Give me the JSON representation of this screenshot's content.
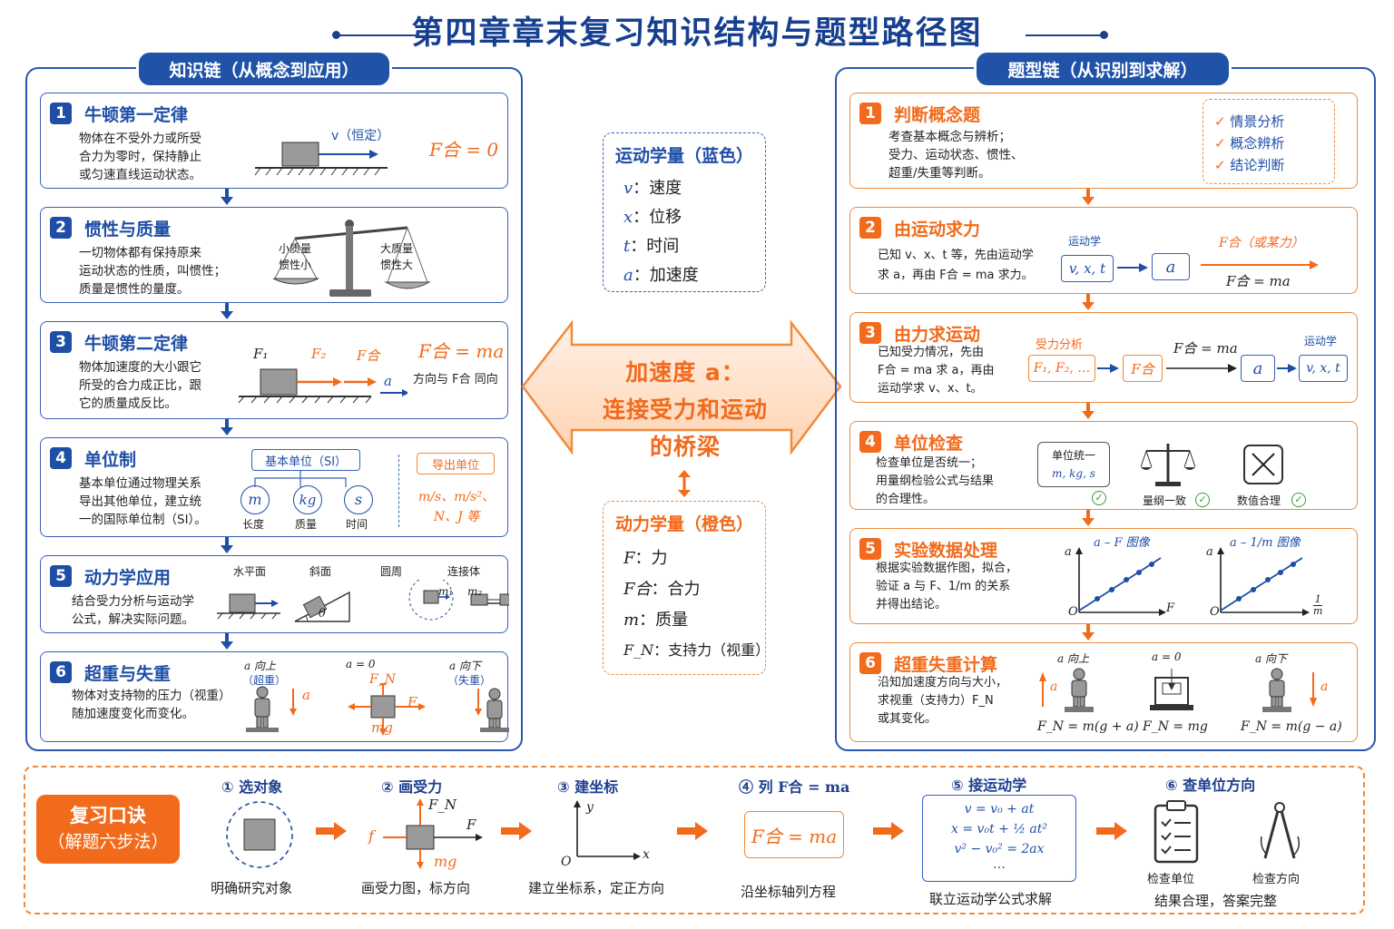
{
  "title": "第四章章末复习知识结构与题型路径图",
  "left": {
    "title": "知识链（从概念到应用）",
    "cards": [
      {
        "num": "1",
        "title": "牛顿第一定律",
        "text": [
          "物体在不受外力或所受",
          "合力为零时，保持静止",
          "或匀速直线运动状态。"
        ],
        "v_label": "v（恒定）",
        "eq": "F合 = 0"
      },
      {
        "num": "2",
        "title": "惯性与质量",
        "text": [
          "一切物体都有保持原来",
          "运动状态的性质，叫惯性；",
          "质量是惯性的量度。"
        ],
        "small_mass": [
          "小质量",
          "惯性小"
        ],
        "big_mass": [
          "大质量",
          "惯性大"
        ]
      },
      {
        "num": "3",
        "title": "牛顿第二定律",
        "text": [
          "物体加速度的大小跟它",
          "所受的合力成正比，跟",
          "它的质量成反比。"
        ],
        "f1": "F₁",
        "f2": "F₂",
        "fhe": "F合",
        "a": "a",
        "eq": "F合 = ma",
        "note": "方向与 F合 同向"
      },
      {
        "num": "4",
        "title": "单位制",
        "text": [
          "基本单位通过物理关系",
          "导出其他单位，建立统",
          "一的国际单位制（SI）。"
        ],
        "base_title": "基本单位（SI）",
        "units": [
          {
            "sym": "m",
            "name": "长度"
          },
          {
            "sym": "kg",
            "name": "质量"
          },
          {
            "sym": "s",
            "name": "时间"
          }
        ],
        "derived_title": "导出单位",
        "derived": [
          "m/s、m/s²、",
          "N、J 等"
        ]
      },
      {
        "num": "5",
        "title": "动力学应用",
        "text": [
          "结合受力分析与运动学",
          "公式，解决实际问题。"
        ],
        "scenes": [
          "水平面",
          "斜面",
          "圆周",
          "连接体"
        ],
        "theta": "θ",
        "m1": "m₁",
        "m2": "m₂"
      },
      {
        "num": "6",
        "title": "超重与失重",
        "text": [
          "物体对支持物的压力（视重）",
          "随加速度变化而变化。"
        ],
        "up": "a 向上",
        "up_tag": "（超重）",
        "zero": "a = 0",
        "down": "a 向下",
        "down_tag": "（失重）",
        "fn": "F_N",
        "f": "F",
        "mg": "mg",
        "a": "a"
      }
    ]
  },
  "center": {
    "kin_title": "运动学量（蓝色）",
    "kin": [
      {
        "sym": "v",
        "txt": "：速度"
      },
      {
        "sym": "x",
        "txt": "：位移"
      },
      {
        "sym": "t",
        "txt": "：时间"
      },
      {
        "sym": "a",
        "txt": "：加速度"
      }
    ],
    "bridge": [
      "加速度 a：",
      "连接受力和运动",
      "的桥梁"
    ],
    "dyn_title": "动力学量（橙色）",
    "dyn": [
      {
        "sym": "F",
        "txt": "：力"
      },
      {
        "sym": "F合",
        "txt": "：合力"
      },
      {
        "sym": "m",
        "txt": "：质量"
      },
      {
        "sym": "F_N",
        "txt": "：支持力（视重）"
      }
    ]
  },
  "right": {
    "title": "题型链（从识别到求解）",
    "cards": [
      {
        "num": "1",
        "title": "判断概念题",
        "text": [
          "考查基本概念与辨析；",
          "受力、运动状态、惯性、",
          "超重/失重等判断。"
        ],
        "checks": [
          "情景分析",
          "概念辨析",
          "结论判断"
        ]
      },
      {
        "num": "2",
        "title": "由运动求力",
        "text": [
          "已知 v、x、t 等，先由运动学",
          "求 a，再由 F合 = ma 求力。"
        ],
        "kin_label": "运动学",
        "vxt": "v, x, t",
        "a": "a",
        "f_label": "F合（或某力）",
        "eq": "F合 = ma"
      },
      {
        "num": "3",
        "title": "由力求运动",
        "text": [
          "已知受力情况，先由",
          "F合 = ma 求 a，再由",
          "运动学求 v、x、t。"
        ],
        "force_label": "受力分析",
        "forces": "F₁, F₂, …",
        "fhe": "F合",
        "eq": "F合 = ma",
        "a": "a",
        "kin_label": "运动学",
        "vxt": "v, x, t"
      },
      {
        "num": "4",
        "title": "单位检查",
        "text": [
          "检查单位是否统一；",
          "用量纲检验公式与结果",
          "的合理性。"
        ],
        "unit_box": [
          "单位统一",
          "m, kg, s"
        ],
        "dim": "量纲一致",
        "val": "数值合理"
      },
      {
        "num": "5",
        "title": "实验数据处理",
        "text": [
          "根据实验数据作图，拟合，",
          "验证 a 与 F、1/m 的关系",
          "并得出结论。"
        ],
        "g1": "a – F 图像",
        "g2": "a – 1/m 图像",
        "ax_a": "a",
        "ax_o": "O",
        "ax_f": "F",
        "ax_inv_top": "1",
        "ax_inv_bot": "m"
      },
      {
        "num": "6",
        "title": "超重失重计算",
        "text": [
          "沿知加速度方向与大小，",
          "求视重（支持力）F_N",
          "或其变化。"
        ],
        "up": "a 向上",
        "zero": "a = 0",
        "down": "a 向下",
        "a": "a",
        "eq_up": "F_N = m(g + a)",
        "eq_zero": "F_N = mg",
        "eq_down": "F_N = m(g − a)"
      }
    ]
  },
  "bottom": {
    "badge": [
      "复习口诀",
      "（解题六步法）"
    ],
    "steps": [
      {
        "title": "① 选对象",
        "cap": "明确研究对象"
      },
      {
        "title": "② 画受力",
        "cap": "画受力图，标方向",
        "fn": "F_N",
        "f_left": "f",
        "f_right": "F",
        "mg": "mg"
      },
      {
        "title": "③ 建坐标",
        "cap": "建立坐标系，定正方向",
        "x": "x",
        "y": "y",
        "o": "O"
      },
      {
        "title": "④ 列 F合 = ma",
        "cap": "沿坐标轴列方程",
        "eq": "F合 = ma"
      },
      {
        "title": "⑤ 接运动学",
        "cap": "联立运动学公式求解",
        "eqs": [
          "v = v₀ + at",
          "x = v₀t + ½ at²",
          "v² − v₀² = 2ax",
          "…"
        ]
      },
      {
        "title": "⑥ 查单位方向",
        "cap": "结果合理，答案完整",
        "check1": "检查单位",
        "check2": "检查方向"
      }
    ]
  },
  "colors": {
    "blue": "#1f4ea6",
    "orange": "#f26a1b"
  }
}
